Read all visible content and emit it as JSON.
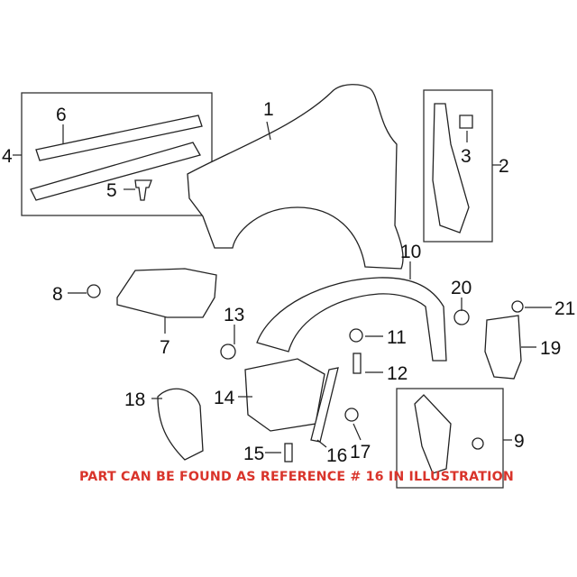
{
  "diagram": {
    "callouts": [
      "1",
      "2",
      "3",
      "4",
      "5",
      "6",
      "7",
      "8",
      "9",
      "10",
      "11",
      "12",
      "13",
      "14",
      "15",
      "16",
      "17",
      "18",
      "19",
      "20",
      "21"
    ],
    "note": "PART CAN BE FOUND AS REFERENCE # 16 IN ILLUSTRATION",
    "note_color": "#d9342b"
  }
}
